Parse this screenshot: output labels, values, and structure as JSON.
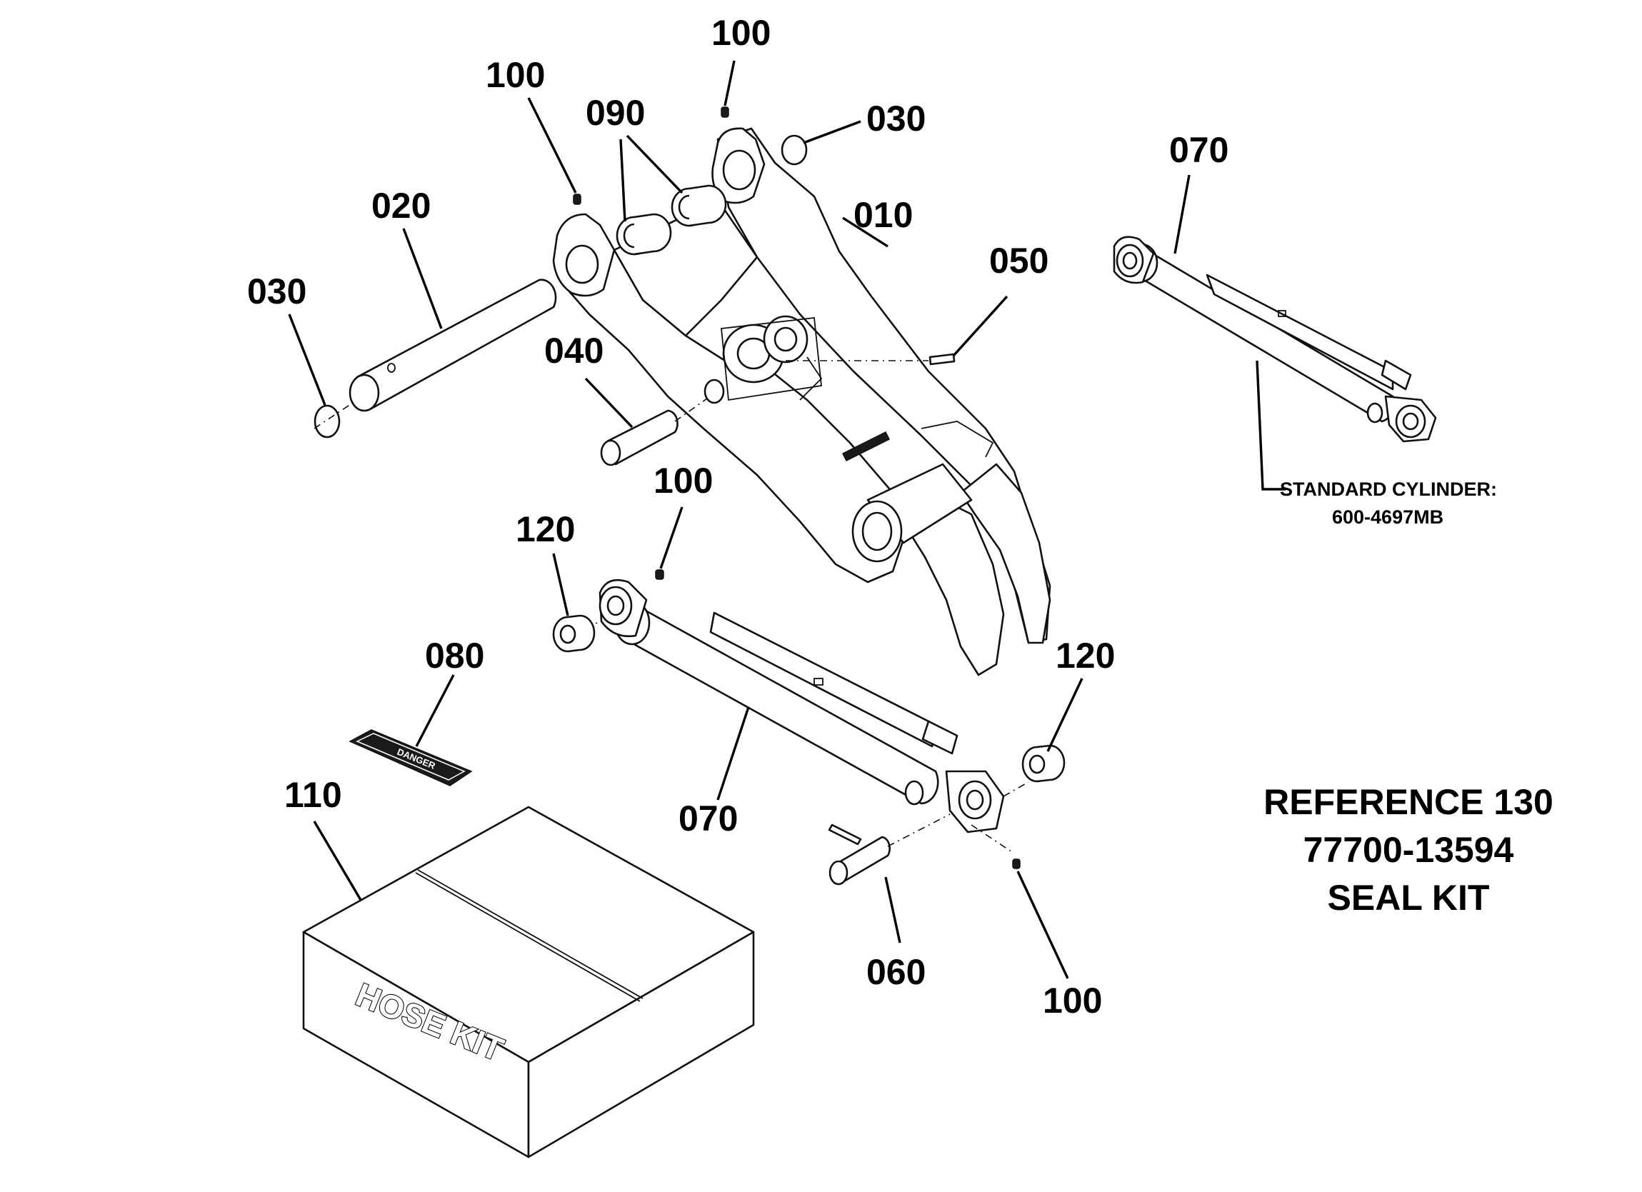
{
  "callouts": {
    "c010": "010",
    "c020": "020",
    "c030_left": "030",
    "c030_right": "030",
    "c040": "040",
    "c050": "050",
    "c060": "060",
    "c070_top": "070",
    "c070_bottom": "070",
    "c080": "080",
    "c090": "090",
    "c100_a": "100",
    "c100_b": "100",
    "c100_c": "100",
    "c100_d": "100",
    "c110": "110",
    "c120_left": "120",
    "c120_right": "120"
  },
  "standard_cylinder": {
    "line1": "STANDARD CYLINDER:",
    "line2": "600-4697MB"
  },
  "reference": {
    "line1": "REFERENCE 130",
    "line2": "77700-13594",
    "line3": "SEAL KIT"
  },
  "hose_box": {
    "label": "HOSE KIT"
  },
  "decal": {
    "label": "DANGER"
  }
}
